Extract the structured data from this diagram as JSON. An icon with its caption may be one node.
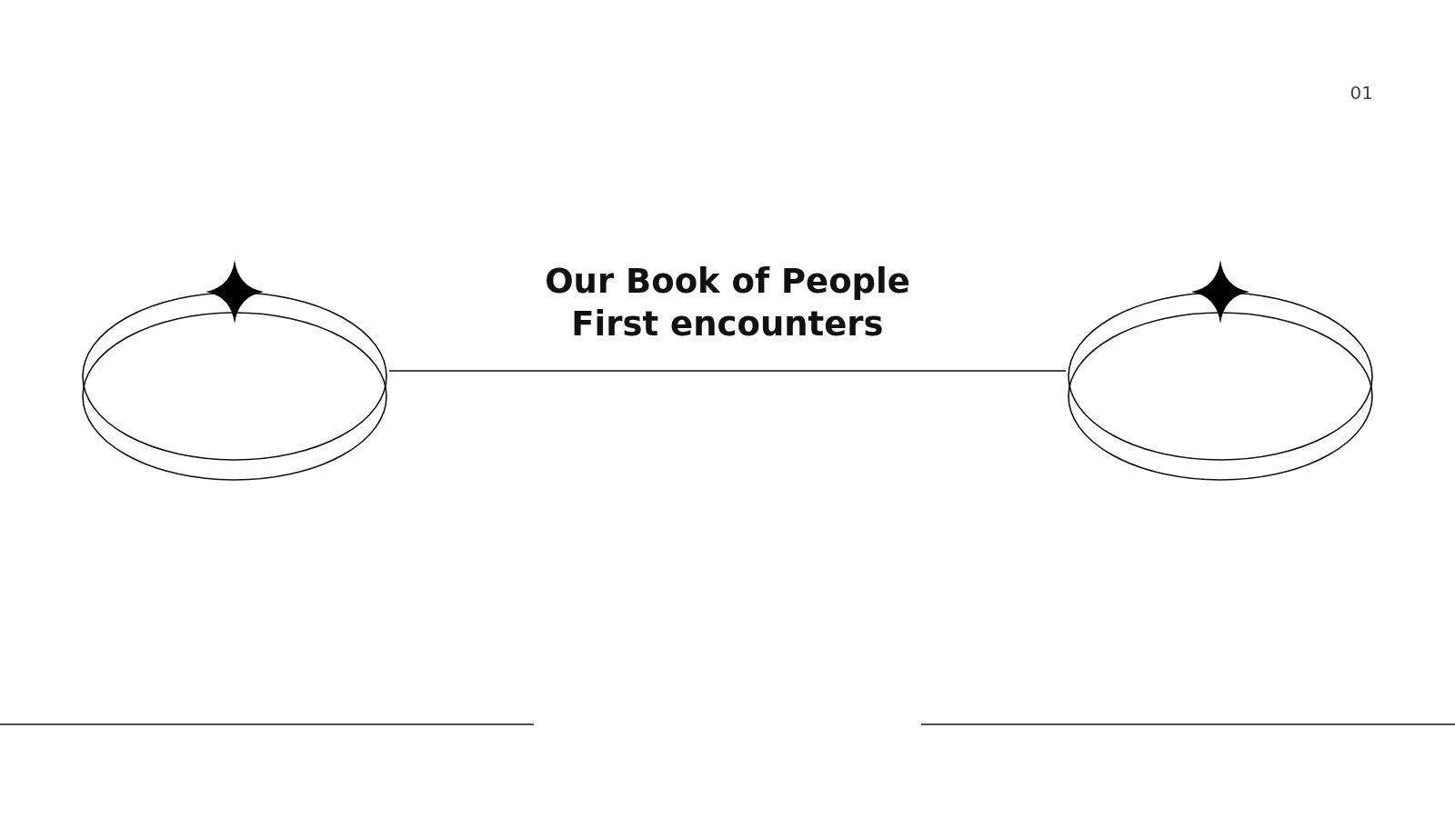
{
  "diagram": {
    "title": "Our Book of People First encounters",
    "nodes": [
      {
        "text": [],
        "shape": "ring"
      },
      {
        "text": [],
        "shape": "ring"
      }
    ],
    "edges": [
      {
        "from": 0,
        "to": 1,
        "arrow": "none"
      }
    ],
    "labels": [
      "01"
    ]
  }
}
